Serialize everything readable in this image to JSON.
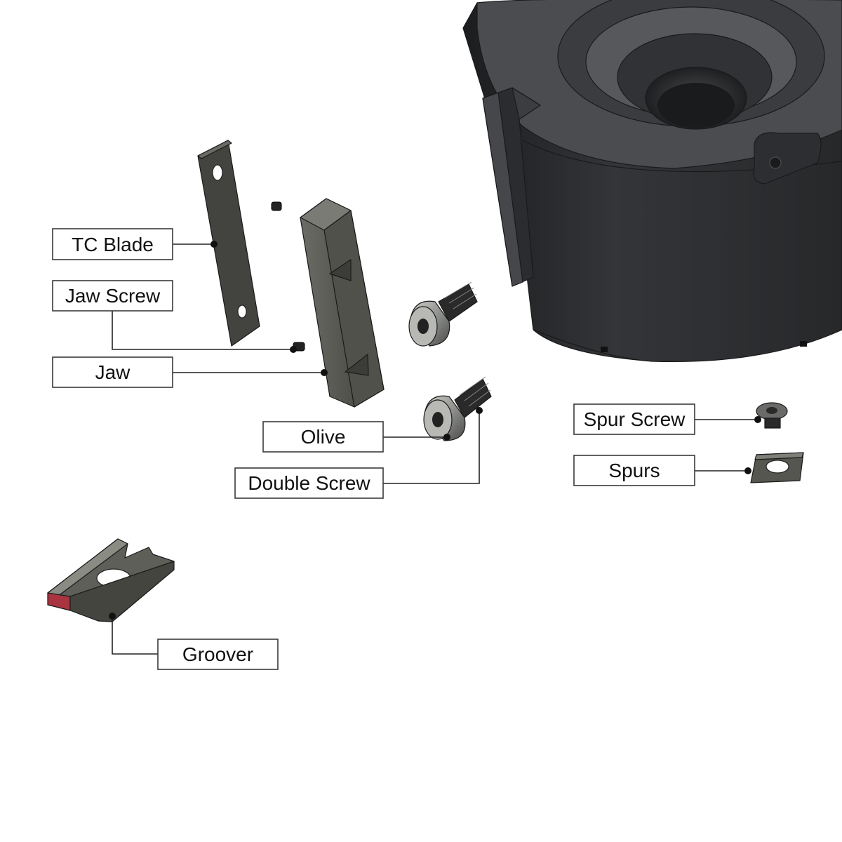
{
  "labels": {
    "tc_blade": "TC Blade",
    "jaw_screw": "Jaw Screw",
    "jaw": "Jaw",
    "olive": "Olive",
    "double_screw": "Double Screw",
    "spur_screw": "Spur Screw",
    "spurs": "Spurs",
    "groover": "Groover"
  },
  "colors": {
    "cutter_body": "#2e3033",
    "part_grey": "#5e5f59",
    "steel": "#9a9c9a",
    "groover_tip": "#a8343f"
  }
}
